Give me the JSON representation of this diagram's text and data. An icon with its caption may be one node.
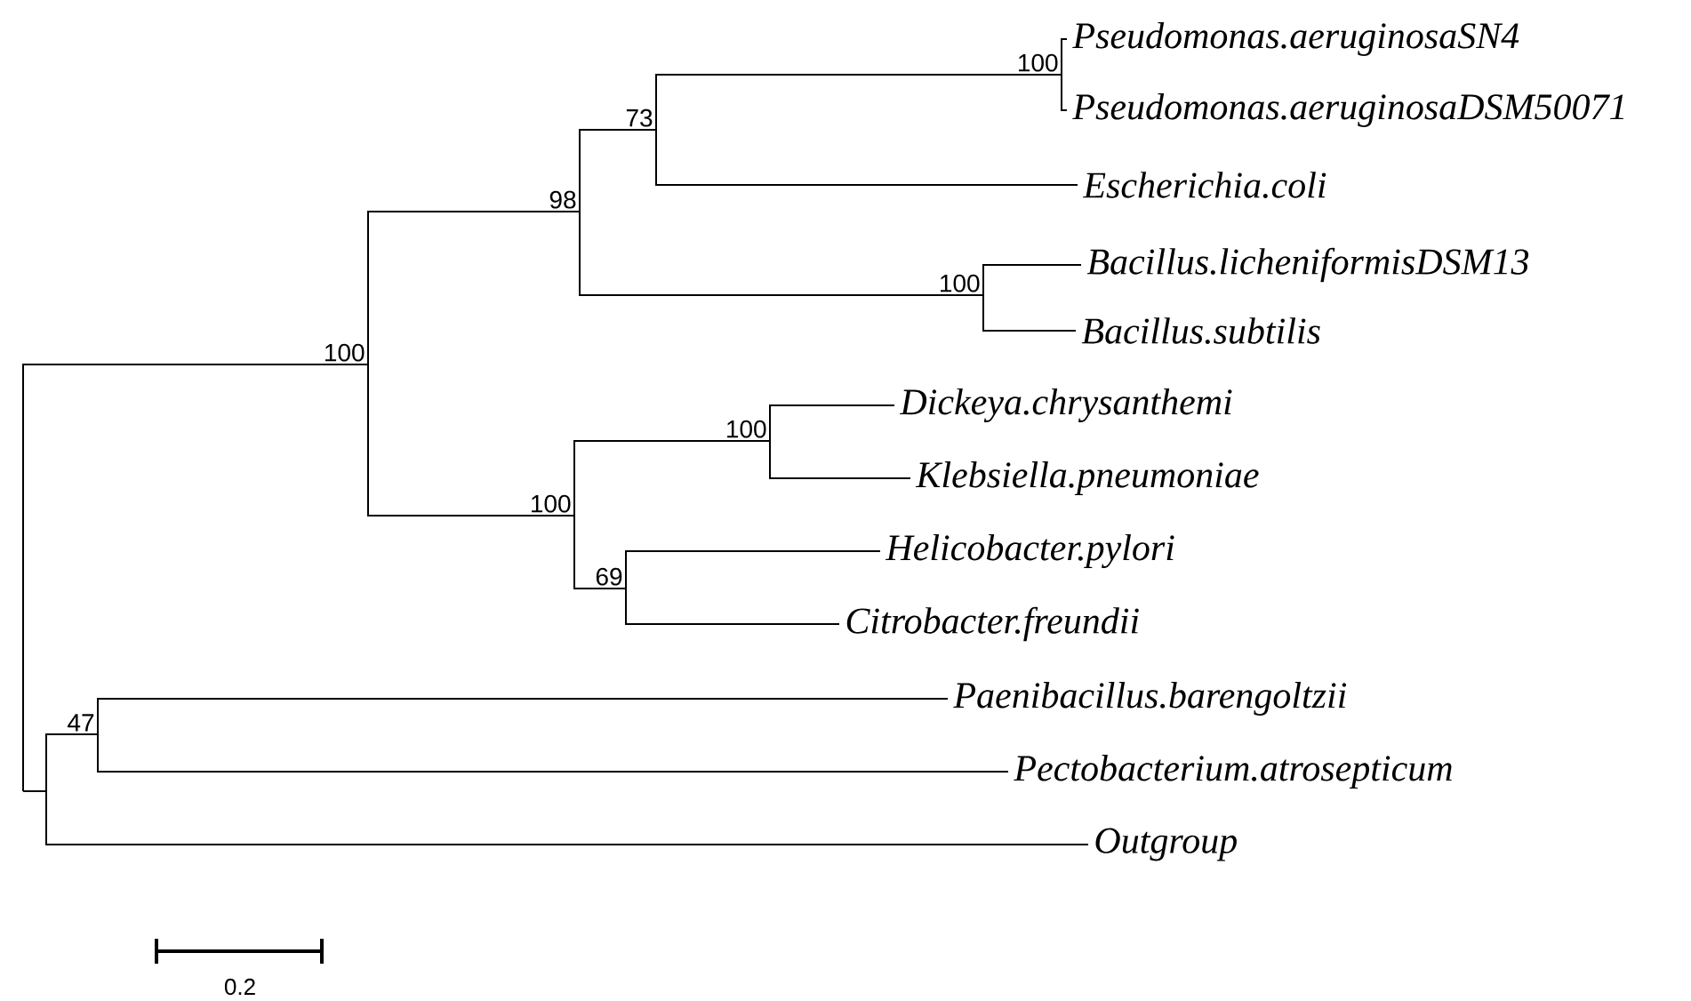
{
  "diagram": {
    "nodes": [
      {
        "text": [
          "100"
        ]
      },
      {
        "text": [
          "98"
        ]
      },
      {
        "text": [
          "73"
        ]
      },
      {
        "text": [
          "100"
        ]
      },
      {
        "text": [
          "Pseudomonas.aeruginosaSN4"
        ]
      },
      {
        "text": [
          "Pseudomonas.aeruginosaDSM50071"
        ]
      },
      {
        "text": [
          "Escherichia.coli"
        ]
      },
      {
        "text": [
          "100"
        ]
      },
      {
        "text": [
          "Bacillus.licheniformisDSM13"
        ]
      },
      {
        "text": [
          "Bacillus.subtilis"
        ]
      },
      {
        "text": [
          "100"
        ]
      },
      {
        "text": [
          "100"
        ]
      },
      {
        "text": [
          "Dickeya.chrysanthemi"
        ]
      },
      {
        "text": [
          "Klebsiella.pneumoniae"
        ]
      },
      {
        "text": [
          "69"
        ]
      },
      {
        "text": [
          "Helicobacter.pylori"
        ]
      },
      {
        "text": [
          "Citrobacter.freundii"
        ]
      },
      {
        "text": [
          "47"
        ]
      },
      {
        "text": [
          "Paenibacillus.barengoltzii"
        ]
      },
      {
        "text": [
          "Pectobacterium.atrosepticum"
        ]
      },
      {
        "text": [
          "Outgroup"
        ]
      }
    ],
    "edges": [
      {
        "from": null,
        "to": 0,
        "arrow": "none"
      },
      {
        "from": 0,
        "to": 1,
        "arrow": "none"
      },
      {
        "from": 1,
        "to": 2,
        "arrow": "none"
      },
      {
        "from": 2,
        "to": 3,
        "arrow": "none"
      },
      {
        "from": 3,
        "to": 4,
        "arrow": "none"
      },
      {
        "from": 3,
        "to": 5,
        "arrow": "none"
      },
      {
        "from": 2,
        "to": 6,
        "arrow": "none"
      },
      {
        "from": 1,
        "to": 7,
        "arrow": "none"
      },
      {
        "from": 7,
        "to": 8,
        "arrow": "none"
      },
      {
        "from": 7,
        "to": 9,
        "arrow": "none"
      },
      {
        "from": 0,
        "to": 10,
        "arrow": "none"
      },
      {
        "from": 10,
        "to": 11,
        "arrow": "none"
      },
      {
        "from": 11,
        "to": 12,
        "arrow": "none"
      },
      {
        "from": 11,
        "to": 13,
        "arrow": "none"
      },
      {
        "from": 10,
        "to": 14,
        "arrow": "none"
      },
      {
        "from": 14,
        "to": 15,
        "arrow": "none"
      },
      {
        "from": 14,
        "to": 16,
        "arrow": "none"
      },
      {
        "from": null,
        "to": 17,
        "arrow": "none"
      },
      {
        "from": 17,
        "to": 18,
        "arrow": "none"
      },
      {
        "from": 17,
        "to": 19,
        "arrow": "none"
      },
      {
        "from": null,
        "to": 20,
        "arrow": "none"
      }
    ],
    "labels": [
      "0.2"
    ]
  }
}
